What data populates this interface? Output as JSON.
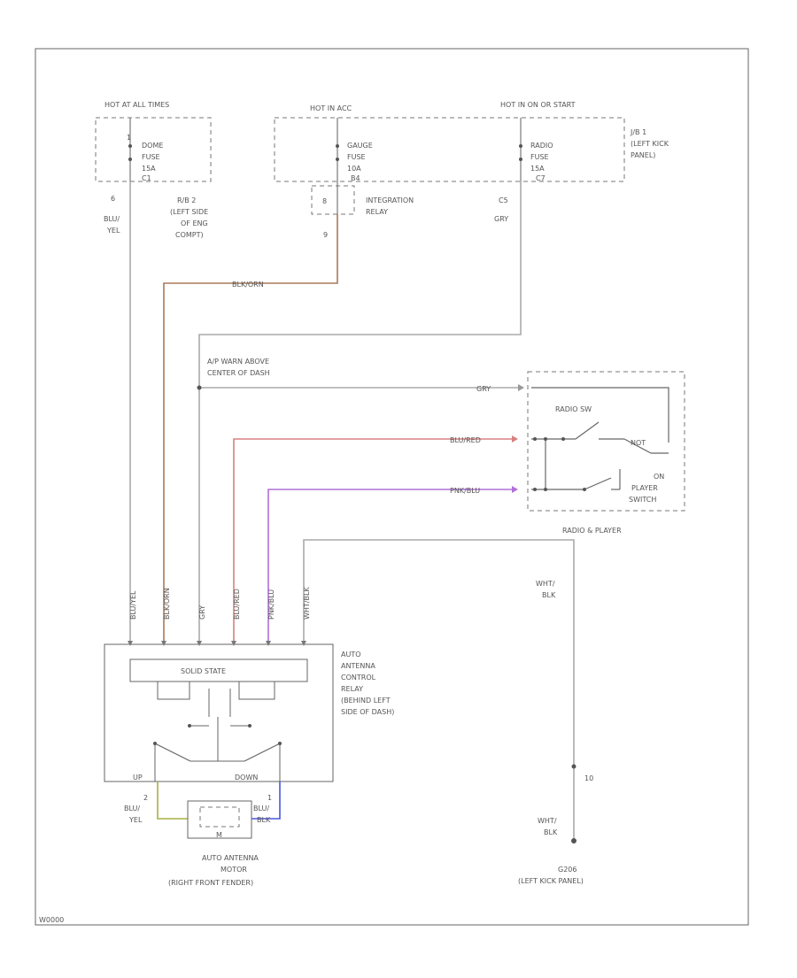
{
  "fuse_blocks": {
    "left_header": "HOT AT ALL TIMES",
    "dome_fuse": [
      "DOME",
      "FUSE",
      "15A"
    ],
    "dome_pin_top": "1",
    "dome_pin_bottom": "C1",
    "dome_wire_pin": "6",
    "mid_header": "HOT IN ACC",
    "gauge_fuse": [
      "GAUGE",
      "FUSE",
      "10A"
    ],
    "gauge_pin_bottom": "B4",
    "right_header": "HOT IN ON OR START",
    "radio_fuse": [
      "RADIO",
      "FUSE",
      "15A"
    ],
    "radio_pin_bottom": "C7",
    "jb_label": [
      "J/B 1",
      "(LEFT KICK",
      "PANEL)"
    ],
    "rb_label": [
      "R/B 2",
      "(LEFT SIDE",
      "OF ENG",
      "COMPT)"
    ],
    "integration_relay_label": [
      "INTEGRATION",
      "RELAY"
    ],
    "integration_pin_top": "8",
    "integration_pin_bottom": "9",
    "c5_pin": "C5"
  },
  "wire_labels": {
    "blu_yel": [
      "BLU/",
      "YEL"
    ],
    "blk_orn": "BLK/ORN",
    "gry_top": "GRY",
    "splice_label": [
      "A/P WARN ABOVE",
      "CENTER OF DASH"
    ],
    "gry_mid": "GRY",
    "blu_red": "BLU/RED",
    "pnk_blu": "PNK/BLU",
    "wht_blk_top": [
      "WHT/",
      "BLK"
    ],
    "wht_blk_bottom": [
      "WHT/",
      "BLK"
    ],
    "vertical_labels": [
      "BLU/YEL",
      "BLK/ORN",
      "GRY",
      "BLU/RED",
      "PNK/BLU",
      "WHT/BLK"
    ],
    "bottom_left": [
      "BLU/",
      "YEL"
    ],
    "bottom_right": [
      "BLU/",
      "BLK"
    ]
  },
  "radio": {
    "switch_label": "RADIO SW",
    "switch_state": "NOT",
    "player_switch": [
      "ON",
      "PLAYER",
      "SWITCH"
    ],
    "unit_label": "RADIO & PLAYER"
  },
  "relay": {
    "ic_label": "SOLID STATE",
    "label": [
      "AUTO",
      "ANTENNA",
      "CONTROL",
      "RELAY",
      "(BEHIND LEFT",
      "SIDE OF DASH)"
    ],
    "up": "UP",
    "down": "DOWN",
    "pin_up": "2",
    "pin_down": "1"
  },
  "motor": {
    "symbol": "M",
    "label": [
      "AUTO ANTENNA",
      "MOTOR",
      "(RIGHT FRONT FENDER)"
    ]
  },
  "ground": {
    "pin": "10",
    "label": [
      "G206",
      "(LEFT KICK PANEL)"
    ]
  },
  "footer_code": "W0000",
  "colors": {
    "blk_orn": "#a87a58",
    "blu_red": "#d88080",
    "pnk_blu": "#b070d8",
    "blu_yel": "#a8b040",
    "blu_blk": "#4a56e0",
    "default_wire": "#aaaaaa",
    "line": "#666666"
  }
}
